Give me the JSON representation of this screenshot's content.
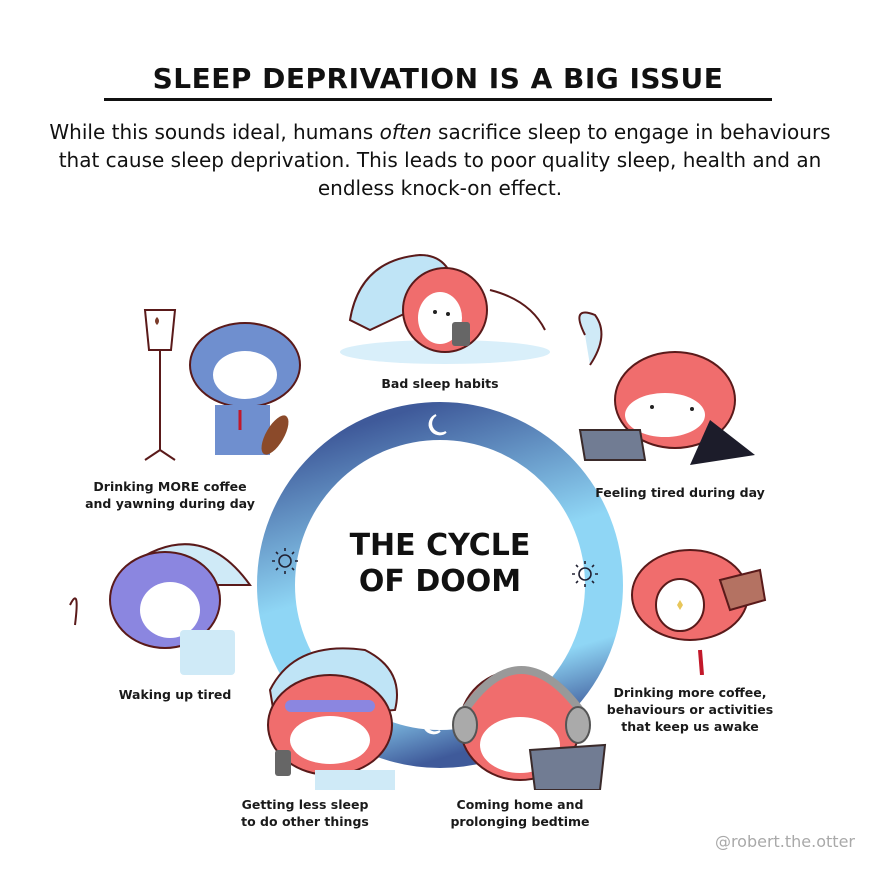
{
  "header": {
    "title": "SLEEP DEPRIVATION IS A BIG ISSUE",
    "intro_part1": "While this sounds ideal, humans ",
    "intro_emphasis": "often",
    "intro_part2": " sacrifice sleep to engage in behaviours that cause sleep deprivation. This leads to poor quality sleep, health and an endless knock-on effect."
  },
  "cycle": {
    "center_line1": "THE CYCLE",
    "center_line2": "OF DOOM",
    "ring_colors": {
      "dark": "#3f5a9a",
      "mid": "#5f86c0",
      "light": "#8fd6f5"
    },
    "ring_icons": [
      "moon-top",
      "sun-left",
      "sun-right",
      "moon-bottom"
    ],
    "stages": [
      {
        "id": "bad-sleep-habits",
        "lines": [
          "Bad sleep habits"
        ],
        "character_color": "#f06d6d"
      },
      {
        "id": "feeling-tired",
        "lines": [
          "Feeling tired during day"
        ],
        "character_color": "#f06d6d"
      },
      {
        "id": "drinking-more-coffee",
        "lines": [
          "Drinking more coffee,",
          "behaviours or activities",
          "that keep us awake"
        ],
        "character_color": "#f06d6d"
      },
      {
        "id": "coming-home",
        "lines": [
          "Coming home and",
          "prolonging bedtime"
        ],
        "character_color": "#f06d6d"
      },
      {
        "id": "getting-less-sleep",
        "lines": [
          "Getting less sleep",
          "to do other things"
        ],
        "character_color": "#f06d6d"
      },
      {
        "id": "waking-up-tired",
        "lines": [
          "Waking up tired"
        ],
        "character_color": "#8b86e0"
      },
      {
        "id": "drinking-MORE-coffee",
        "lines": [
          "Drinking MORE coffee",
          "and yawning during day"
        ],
        "character_color": "#6f8fcf"
      }
    ]
  },
  "credit": "@robert.the.otter"
}
